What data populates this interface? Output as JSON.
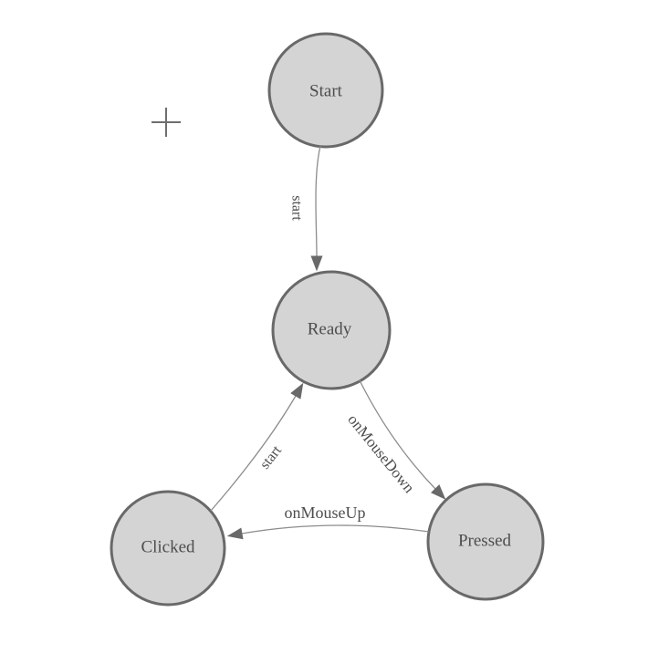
{
  "diagram": {
    "type": "state-machine",
    "nodes": [
      {
        "id": "start",
        "label": "Start"
      },
      {
        "id": "ready",
        "label": "Ready"
      },
      {
        "id": "clicked",
        "label": "Clicked"
      },
      {
        "id": "pressed",
        "label": "Pressed"
      }
    ],
    "edges": [
      {
        "from": "Start",
        "to": "Ready",
        "label": "start"
      },
      {
        "from": "Clicked",
        "to": "Ready",
        "label": "start"
      },
      {
        "from": "Ready",
        "to": "Pressed",
        "label": "onMouseDown"
      },
      {
        "from": "Pressed",
        "to": "Clicked",
        "label": "onMouseUp"
      }
    ]
  },
  "icons": {
    "crosshair": "plus-icon"
  },
  "colors": {
    "background": "#ffffff",
    "node_fill": "#d4d4d4",
    "node_stroke": "#696969",
    "edge_stroke": "#8c8c8c",
    "arrow_fill": "#696969",
    "text": "#4d4d4d",
    "plus": "#6e6e6e"
  }
}
